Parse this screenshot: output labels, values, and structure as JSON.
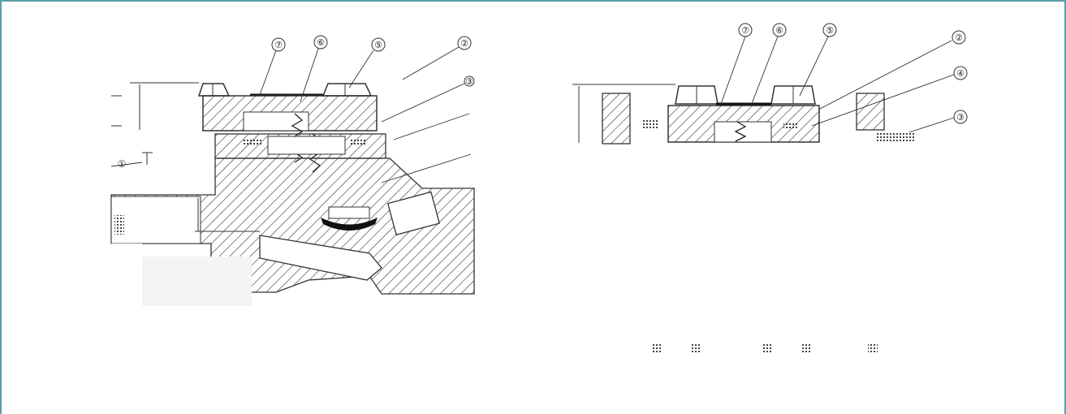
{
  "left_drawing": {
    "callouts": [
      "⑦",
      "⑥",
      "⑤",
      "②",
      "③"
    ],
    "side_labels": [
      "①"
    ]
  },
  "right_drawing": {
    "callouts": [
      "⑦",
      "⑥",
      "⑤",
      "②",
      "④",
      "③"
    ]
  }
}
